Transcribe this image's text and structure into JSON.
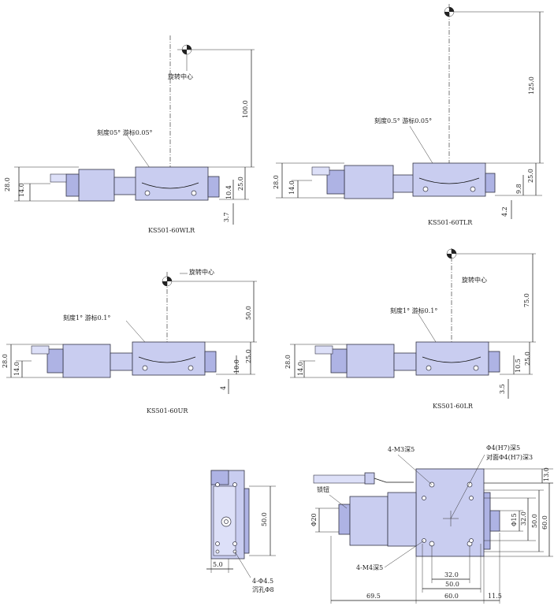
{
  "views": [
    {
      "model": "KS501-60WLR",
      "scale_label": "刻度05° 游标0.05°",
      "center_label": "旋转中心",
      "dims": {
        "radius": "100.0",
        "h1": "28.0",
        "h2": "14.0",
        "h3": "25.0",
        "h4": "10.4",
        "h5": "3.7"
      }
    },
    {
      "model": "KS501-60TLR",
      "scale_label": "刻度0.5° 游标0.05°",
      "dims": {
        "radius": "125.0",
        "h1": "28.0",
        "h2": "14.0",
        "h3": "25.0",
        "h4": "9.8",
        "h5": "4.2"
      }
    },
    {
      "model": "KS501-60UR",
      "scale_label": "刻度1° 游标0.1°",
      "center_label": "旋转中心",
      "dims": {
        "radius": "50.0",
        "h1": "28.0",
        "h2": "14.0",
        "h3": "25.0",
        "h4": "10.0",
        "h5": "4"
      }
    },
    {
      "model": "KS501-60LR",
      "scale_label": "刻度1° 游标0.1°",
      "center_label": "旋转中心",
      "dims": {
        "radius": "75.0",
        "h1": "28.0",
        "h2": "14.0",
        "h3": "25.0",
        "h4": "10.5",
        "h5": "3.5"
      }
    }
  ],
  "side_view": {
    "dims": {
      "height": "50.0",
      "offset": "5.0"
    },
    "hole_note": [
      "4-Φ4.5",
      "沉孔Φ8"
    ]
  },
  "top_view": {
    "notes": {
      "m3": "4-M3深5",
      "m4": "4-M4深5",
      "knob": "锁钮",
      "pin1": "Φ4(H7)深5",
      "pin2": "对面Φ4(H7)深3"
    },
    "dims": {
      "d20": "Φ20",
      "d15": "Φ15",
      "top13": "13.0",
      "v32": "32.0",
      "v50": "50.0",
      "v60": "60.0",
      "h32": "32.0",
      "h50": "50.0",
      "w695": "69.5",
      "w60": "60.0",
      "w115": "11.5"
    }
  }
}
